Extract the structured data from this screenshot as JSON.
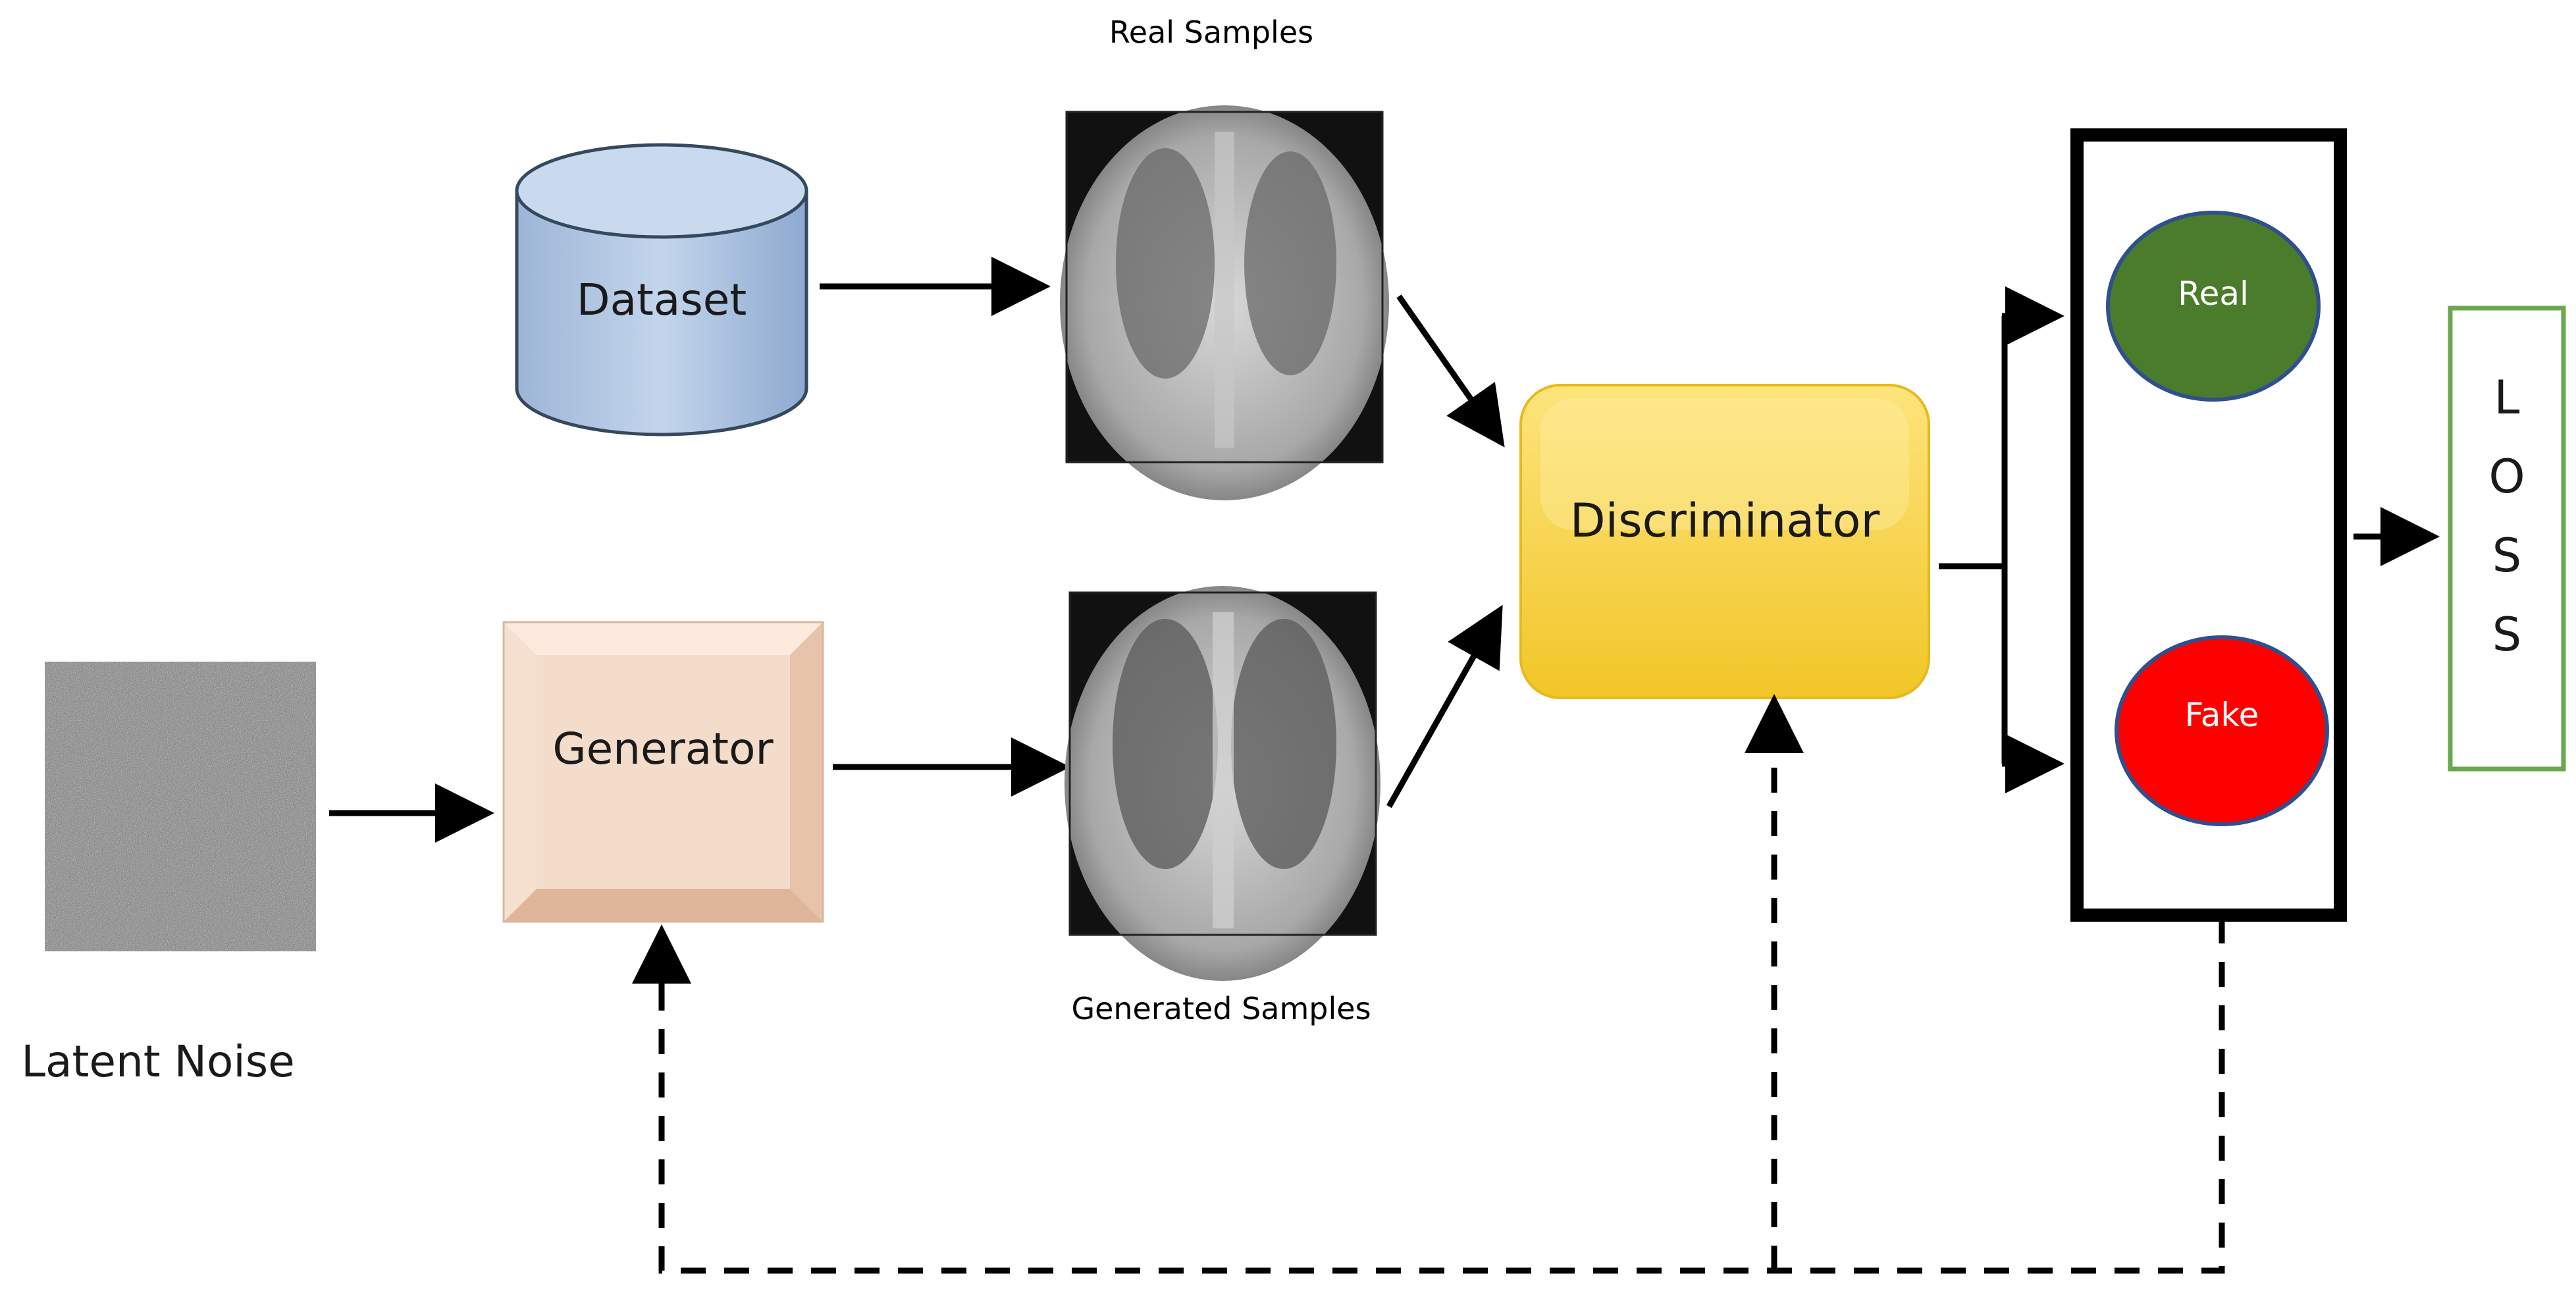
{
  "labels": {
    "real_samples": "Real Samples",
    "generated_samples": "Generated Samples",
    "latent_noise": "Latent Noise",
    "dataset": "Dataset",
    "generator": "Generator",
    "discriminator": "Discriminator",
    "real": "Real",
    "fake": "Fake",
    "loss_letters": [
      "L",
      "O",
      "S",
      "S"
    ]
  },
  "colors": {
    "dataset_fill": "#b8cce4",
    "dataset_stroke": "#34495e",
    "generator_fill": "#f4dccb",
    "discriminator_fill": "#f9d64f",
    "real_fill": "#4a7c2b",
    "fake_fill": "#ff0000",
    "circle_stroke": "#2f4f8f",
    "loss_border": "#6aa84f",
    "arrow": "#000000",
    "noise_gray": "#7a7a7a"
  },
  "icons": {
    "dataset": "database-cylinder-icon",
    "noise": "noise-image",
    "real_xray": "chest-xray-image",
    "generated_xray": "chest-xray-image"
  }
}
